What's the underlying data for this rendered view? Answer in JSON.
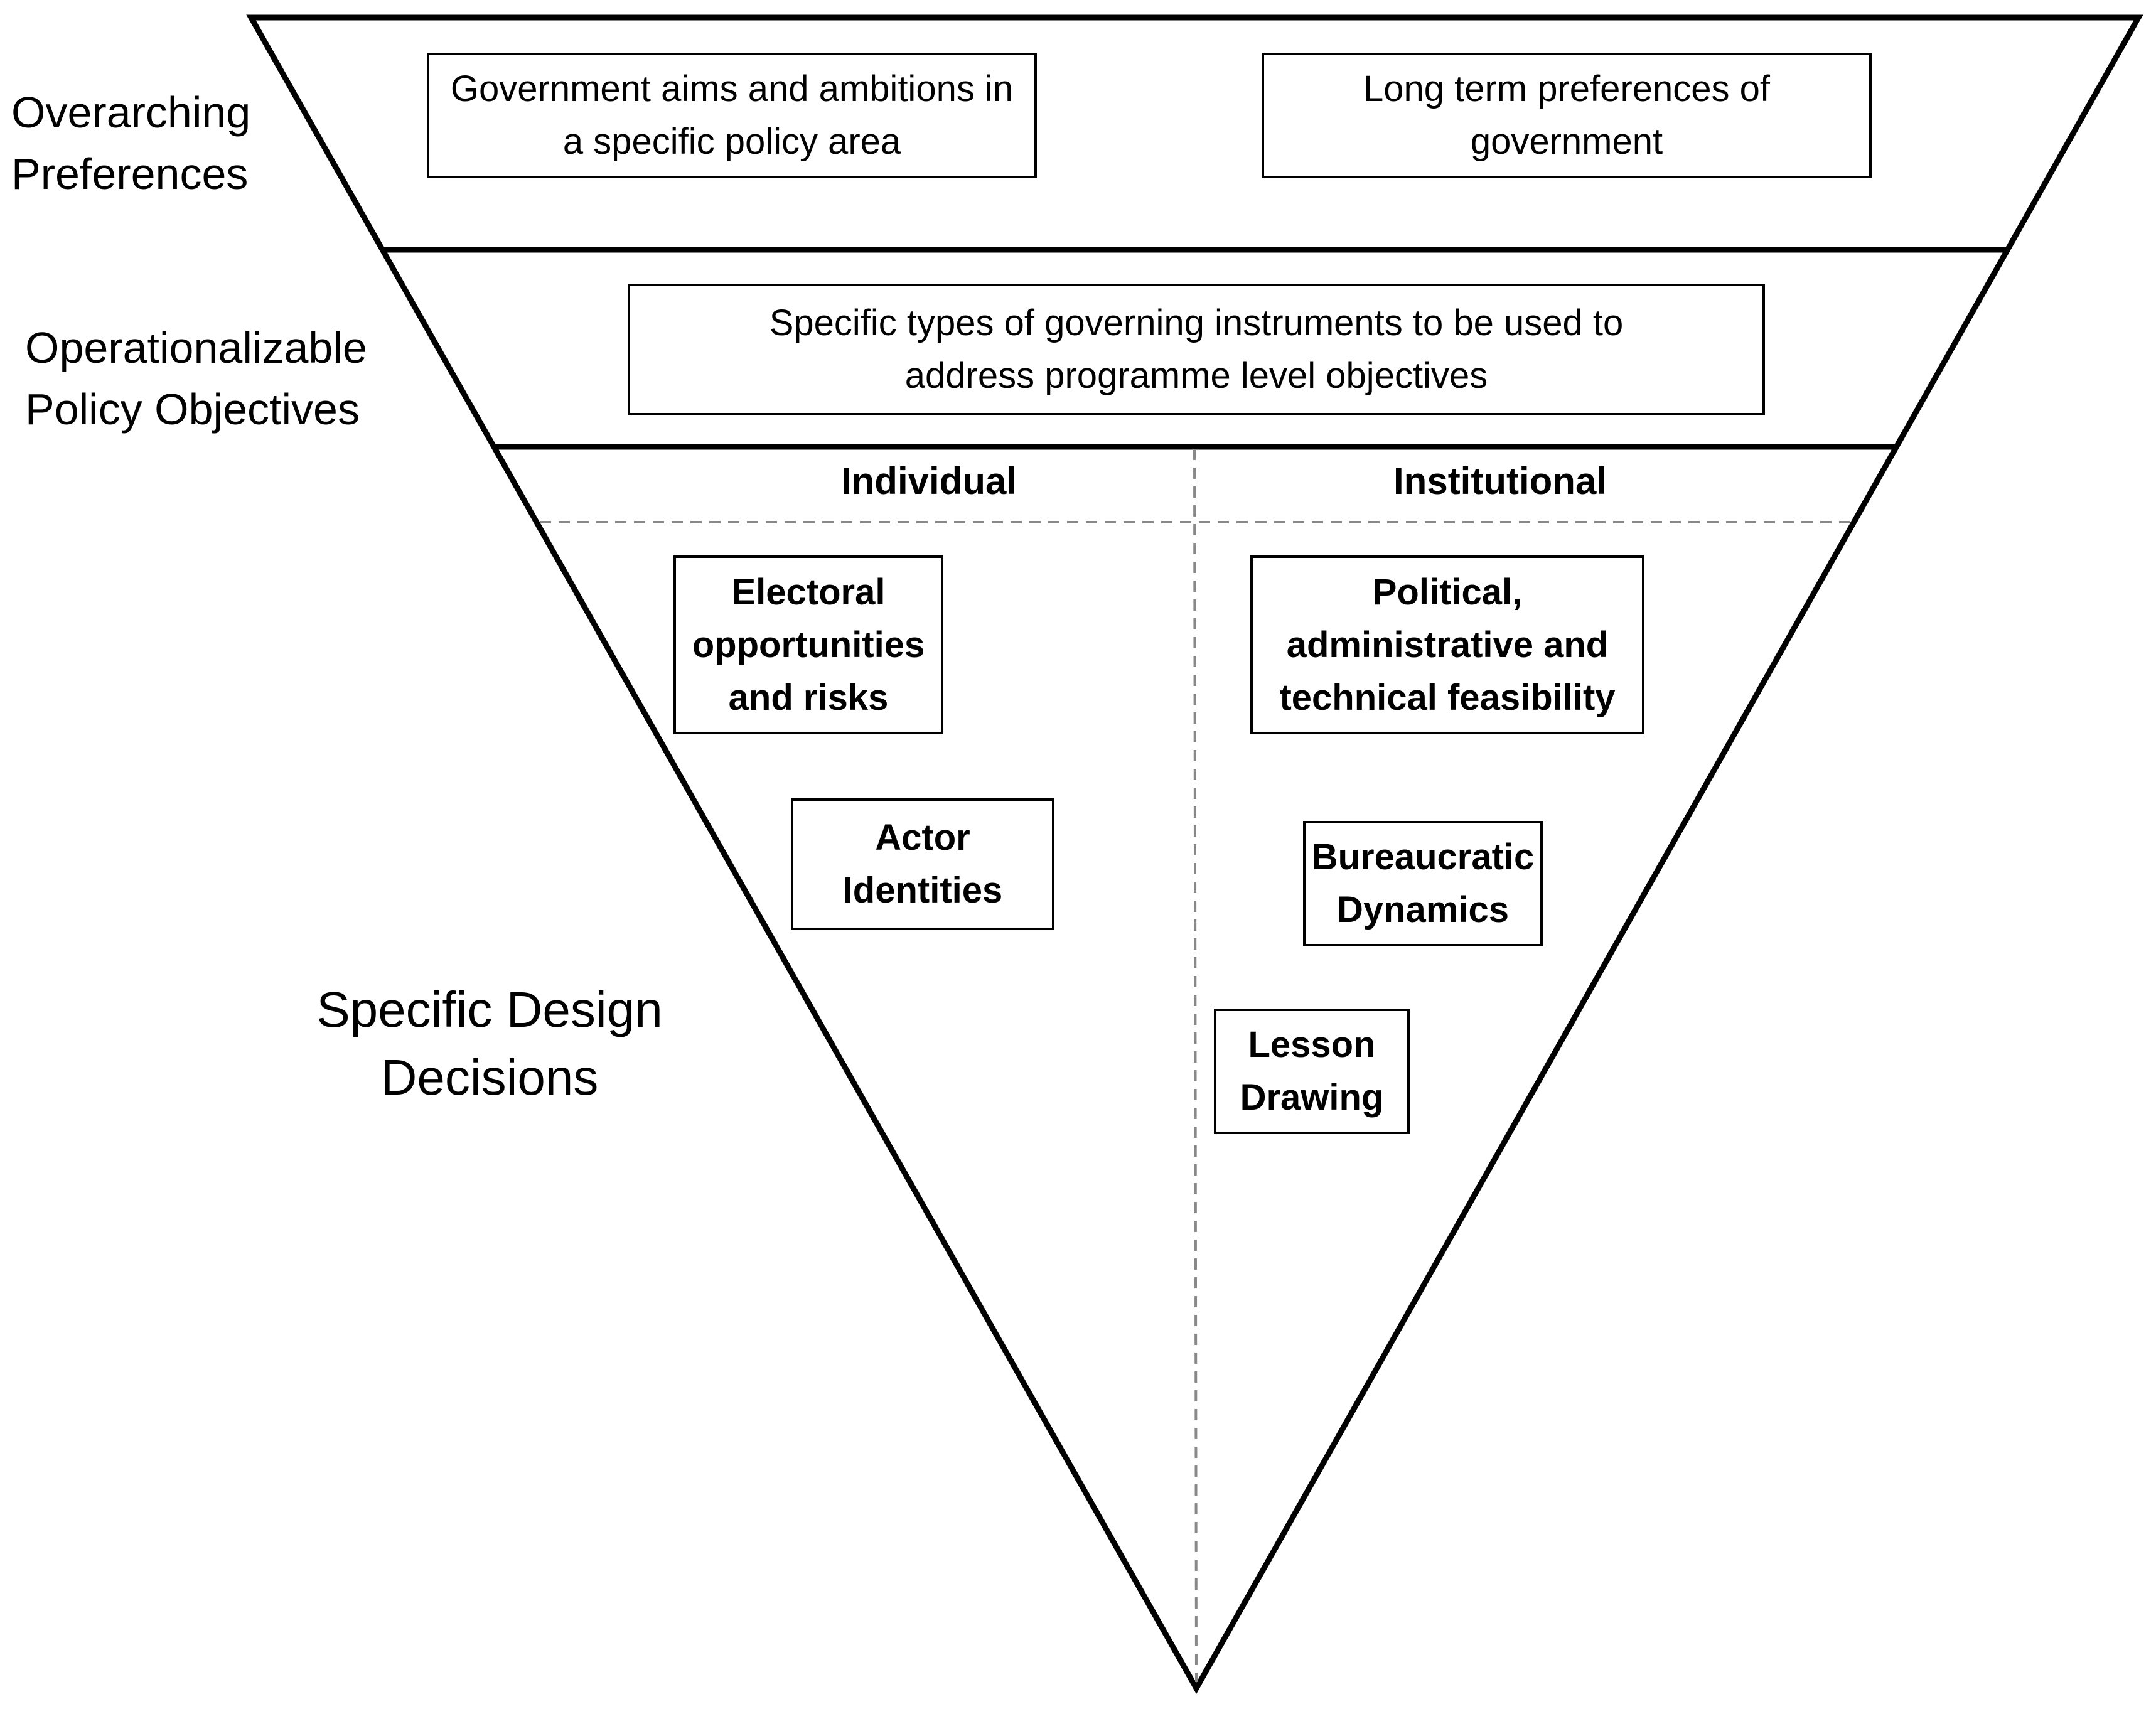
{
  "levels": {
    "overarching": "Overarching\nPreferences",
    "operational": "Operationalizable\nPolicy Objectives",
    "design": "Specific Design\nDecisions"
  },
  "top_boxes": {
    "aims": "Government aims and ambitions in a specific policy area",
    "long_term": "Long term preferences of government"
  },
  "middle_box": "Specific types of governing instruments to be used to address programme level objectives",
  "columns": {
    "individual": "Individual",
    "institutional": "Institutional"
  },
  "individual_factors": {
    "electoral": "Electoral opportunities and risks",
    "actor": "Actor Identities"
  },
  "institutional_factors": {
    "feasibility": "Political, administrative and technical feasibility",
    "bureaucratic": "Bureaucratic Dynamics",
    "lesson": "Lesson Drawing"
  }
}
